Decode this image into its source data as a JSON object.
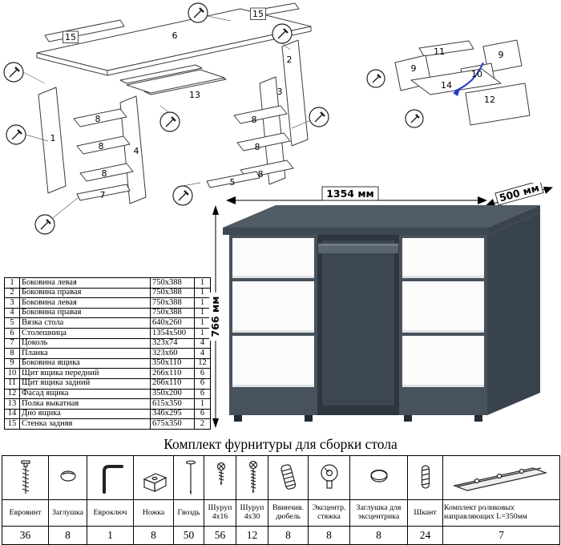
{
  "diagrams": {
    "main": {
      "labels": [
        "15",
        "6",
        "15",
        "2",
        "13",
        "1",
        "8",
        "4",
        "8",
        "8",
        "3",
        "8",
        "8",
        "8",
        "7",
        "5"
      ]
    },
    "drawer": {
      "labels": [
        "11",
        "9",
        "9",
        "10",
        "14",
        "12"
      ]
    }
  },
  "parts_table": {
    "rows": [
      {
        "num": "1",
        "name": "Боковина левая",
        "size": "750x388",
        "qty": "1"
      },
      {
        "num": "2",
        "name": "Боковина правая",
        "size": "750x388",
        "qty": "1"
      },
      {
        "num": "3",
        "name": "Боковина левая",
        "size": "750x388",
        "qty": "1"
      },
      {
        "num": "4",
        "name": "Боковина правая",
        "size": "750x388",
        "qty": "1"
      },
      {
        "num": "5",
        "name": "Вязка стола",
        "size": "640x260",
        "qty": "1"
      },
      {
        "num": "6",
        "name": "Столешница",
        "size": "1354x500",
        "qty": "1"
      },
      {
        "num": "7",
        "name": "Цоколь",
        "size": "323x74",
        "qty": "4"
      },
      {
        "num": "8",
        "name": "Планка",
        "size": "323x60",
        "qty": "4"
      },
      {
        "num": "9",
        "name": "Боковина ящика",
        "size": "350x110",
        "qty": "12"
      },
      {
        "num": "10",
        "name": "Щит ящика передний",
        "size": "266x110",
        "qty": "6"
      },
      {
        "num": "11",
        "name": "Щит ящика задний",
        "size": "266x110",
        "qty": "6"
      },
      {
        "num": "12",
        "name": "Фасад ящика",
        "size": "350x200",
        "qty": "6"
      },
      {
        "num": "13",
        "name": "Полка выкатная",
        "size": "615x350",
        "qty": "1"
      },
      {
        "num": "14",
        "name": "Дно ящика",
        "size": "346x295",
        "qty": "6"
      },
      {
        "num": "15",
        "name": "Стенка задняя",
        "size": "675x350",
        "qty": "2"
      }
    ]
  },
  "desk": {
    "dim_width": "1354 мм",
    "dim_depth": "500 мм",
    "dim_height": "766 мм",
    "colors": {
      "top": "#515b66",
      "front": "#48525d",
      "side": "#39434d",
      "interior": "#2e3640",
      "drawer": "#fbfbfb",
      "tray": "#5b6570"
    }
  },
  "hardware": {
    "title": "Комплект фурнитуры для сборки стола",
    "items": [
      {
        "name": "Евровинт",
        "qty": "36",
        "icon": "euro-screw"
      },
      {
        "name": "Заглушка",
        "qty": "8",
        "icon": "cap"
      },
      {
        "name": "Евроключ",
        "qty": "1",
        "icon": "hex-key"
      },
      {
        "name": "Ножка",
        "qty": "8",
        "icon": "leg"
      },
      {
        "name": "Гвоздь",
        "qty": "50",
        "icon": "nail"
      },
      {
        "name": "Шуруп 4x16",
        "qty": "56",
        "icon": "screw-short"
      },
      {
        "name": "Шуруп 4x30",
        "qty": "12",
        "icon": "screw-long"
      },
      {
        "name": "Ввинчив. дюбель",
        "qty": "8",
        "icon": "screw-dowel"
      },
      {
        "name": "Эксцентр. стяжка",
        "qty": "8",
        "icon": "cam-lock"
      },
      {
        "name": "Заглушка для эксцентрика",
        "qty": "8",
        "icon": "cam-cap"
      },
      {
        "name": "Шкант",
        "qty": "24",
        "icon": "wood-dowel"
      },
      {
        "name": "Комплект роликовых направляющих L=350мм",
        "qty": "7",
        "icon": "drawer-slide"
      }
    ]
  }
}
